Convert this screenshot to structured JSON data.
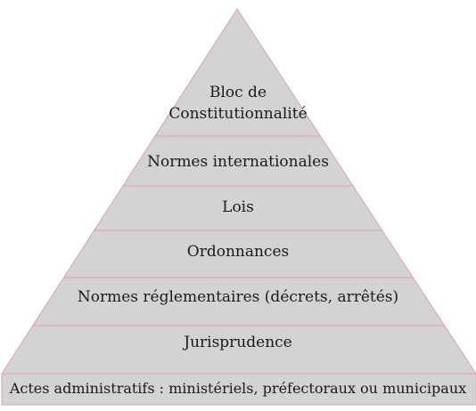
{
  "colors": {
    "fill": "#d3d3d3",
    "stroke": "#e0a0a8",
    "text": "#1a1a1a"
  },
  "levels": [
    {
      "label": "Bloc de\nConstitutionnalité"
    },
    {
      "label": "Normes internationales"
    },
    {
      "label": "Lois"
    },
    {
      "label": "Ordonnances"
    },
    {
      "label": "Normes réglementaires (décrets, arrêtés)"
    },
    {
      "label": "Jurisprudence"
    },
    {
      "label": "Actes administratifs : ministériels, préfectoraux ou municipaux"
    }
  ]
}
